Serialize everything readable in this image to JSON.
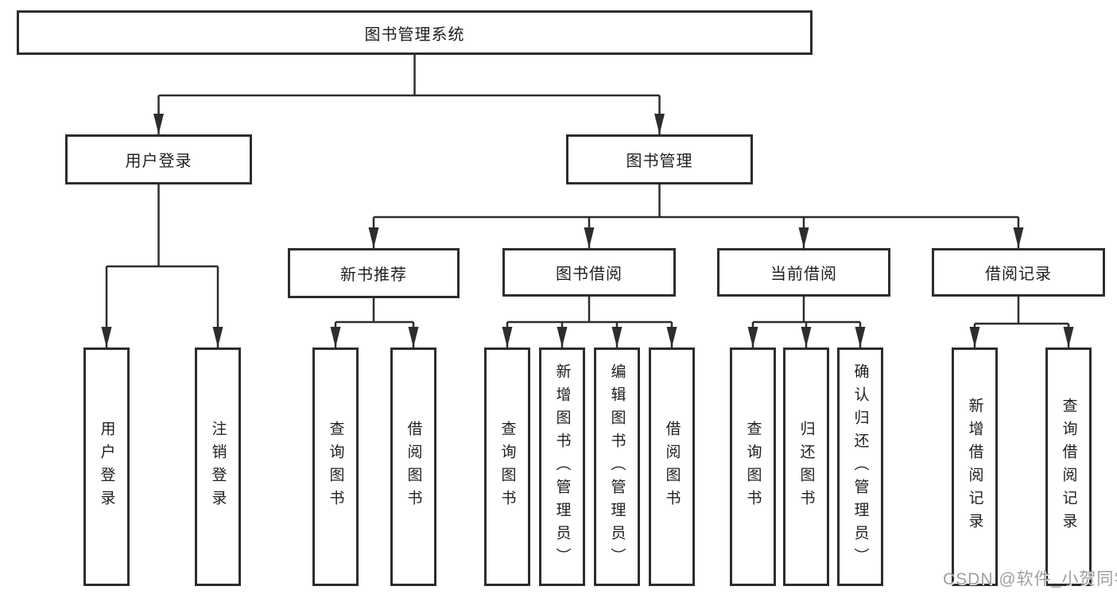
{
  "colors": {
    "line": "#2d2d2d",
    "text": "#1f1f1f",
    "background": "#ffffff",
    "watermark": "#9e9e9e"
  },
  "watermark": {
    "text": "CSDN @软件_小贺同学"
  },
  "tree": {
    "root": {
      "label": "图书管理系统"
    },
    "user_login": {
      "label": "用户登录",
      "children": {
        "login": {
          "label": "用户登录"
        },
        "logout": {
          "label": "注销登录"
        }
      }
    },
    "book_mgmt": {
      "label": "图书管理",
      "children": {
        "new_book_rec": {
          "label": "新书推荐",
          "children": {
            "query_books": {
              "label": "查询图书"
            },
            "borrow_books": {
              "label": "借阅图书"
            }
          }
        },
        "book_borrow": {
          "label": "图书借阅",
          "children": {
            "query_books": {
              "label": "查询图书"
            },
            "add_books": {
              "label": "新增图书（管理员）"
            },
            "edit_books": {
              "label": "编辑图书（管理员）"
            },
            "borrow_books": {
              "label": "借阅图书"
            }
          }
        },
        "current_borrow": {
          "label": "当前借阅",
          "children": {
            "query_books": {
              "label": "查询图书"
            },
            "return_books": {
              "label": "归还图书"
            },
            "confirm_return": {
              "label": "确认归还（管理员）"
            }
          }
        },
        "borrow_records": {
          "label": "借阅记录",
          "children": {
            "add_borrow_record": {
              "label": "新增借阅记录"
            },
            "query_borrow_record": {
              "label": "查询借阅记录"
            }
          }
        }
      }
    }
  }
}
